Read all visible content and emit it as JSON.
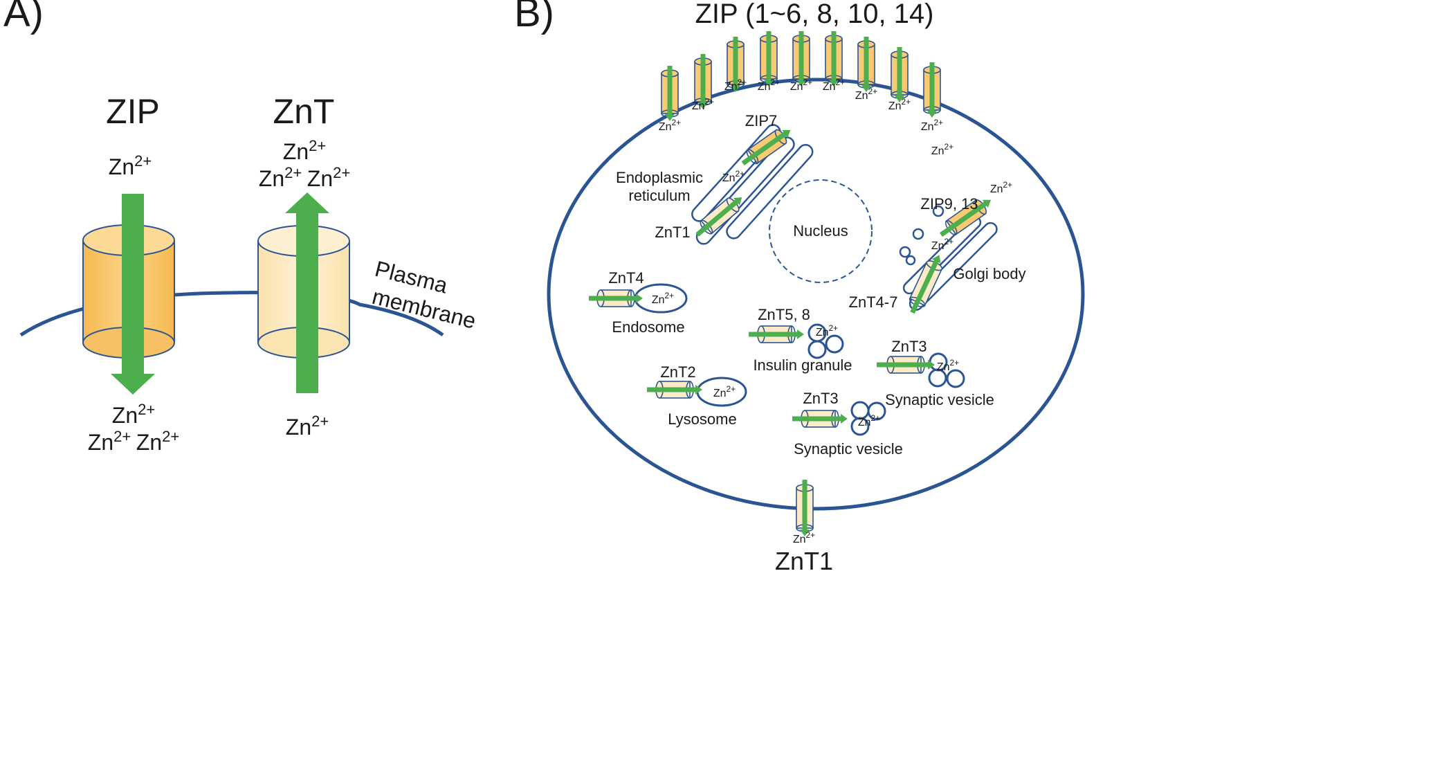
{
  "panel_a": {
    "label": "A)",
    "zip": {
      "title": "ZIP",
      "top": "Zn",
      "bottom_1": "Zn",
      "bottom_2": "Zn",
      "bottom_3": "Zn"
    },
    "znt": {
      "title": "ZnT",
      "top_1": "Zn",
      "top_2": "Zn",
      "top_3": "Zn",
      "bottom": "Zn"
    },
    "ion_charge": "2+",
    "membrane_label_1": "Plasma",
    "membrane_label_2": "membrane"
  },
  "panel_b": {
    "label": "B)",
    "zip_plasma": "ZIP (1~6, 8, 10, 14)",
    "ion": "Zn",
    "ion_charge": "2+",
    "zip7": "ZIP7",
    "er_1": "Endoplasmic",
    "er_2": "reticulum",
    "znt1_er": "ZnT1",
    "nucleus": "Nucleus",
    "zip9_13": "ZIP9, 13",
    "golgi": "Golgi body",
    "znt4_7": "ZnT4-7",
    "znt4": "ZnT4",
    "endosome": "Endosome",
    "znt5_8": "ZnT5, 8",
    "insulin": "Insulin granule",
    "znt3_a": "ZnT3",
    "synaptic_a": "Synaptic vesicle",
    "znt2": "ZnT2",
    "lysosome": "Lysosome",
    "znt3_b": "ZnT3",
    "synaptic_b": "Synaptic vesicle",
    "znt1_plasma": "ZnT1"
  },
  "colors": {
    "membrane": "#2b5592",
    "arrow": "#4cae4c",
    "zip_fill": "#f9c974",
    "znt_fill": "#fcebc6"
  }
}
